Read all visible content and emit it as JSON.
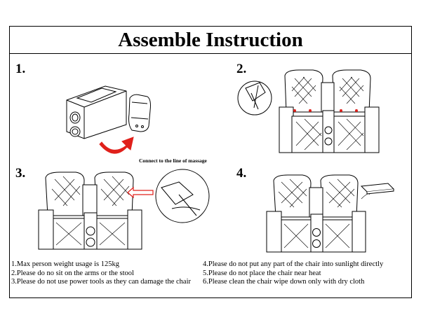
{
  "title": "Assemble Instruction",
  "steps": [
    {
      "number": "1."
    },
    {
      "number": "2."
    },
    {
      "number": "3.",
      "callout": "Connect to the line of massage"
    },
    {
      "number": "4."
    }
  ],
  "notes_left": [
    "1.Max person weight usage is 125kg",
    "2.Please do no sit on the arms or the stool",
    "3.Please do not use power  tools as they can damage the chair"
  ],
  "notes_right": [
    "4.Please do not put any part of the chair into sunlight directly",
    "5.Please do not place the chair near heat",
    "6.Please clean the chair wipe down only with dry cloth"
  ],
  "colors": {
    "arrow_red": "#e0201b",
    "line": "#000000"
  }
}
